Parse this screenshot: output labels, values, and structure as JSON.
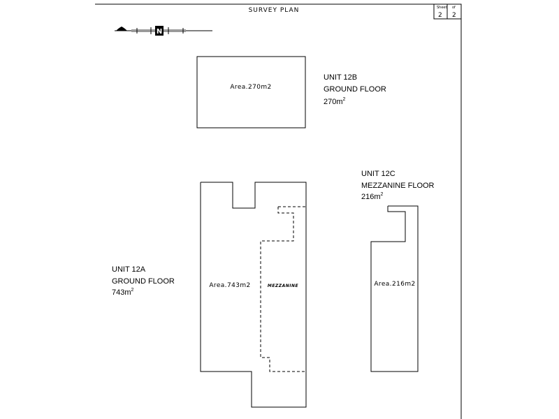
{
  "title": "SURVEY PLAN",
  "sheet": {
    "sheet_label": "Sheet",
    "of_label": "of",
    "sheet_number": "2",
    "total_sheets": "2"
  },
  "north_arrow": {
    "letter": "N",
    "icon": "north-arrow-icon"
  },
  "units": [
    {
      "id": "unit-12b",
      "name": "UNIT 12B",
      "floor": "GROUND FLOOR",
      "area_value": "270m",
      "area_sup": "2",
      "area_label": "Area.270m2"
    },
    {
      "id": "unit-12c",
      "name": "UNIT 12C",
      "floor": "MEZZANINE FLOOR",
      "area_value": "216m",
      "area_sup": "2",
      "area_label": "Area.216m2"
    },
    {
      "id": "unit-12a",
      "name": "UNIT 12A",
      "floor": "GROUND FLOOR",
      "area_value": "743m",
      "area_sup": "2",
      "area_label": "Area.743m2",
      "mezzanine_label": "MEZZANINE"
    }
  ]
}
